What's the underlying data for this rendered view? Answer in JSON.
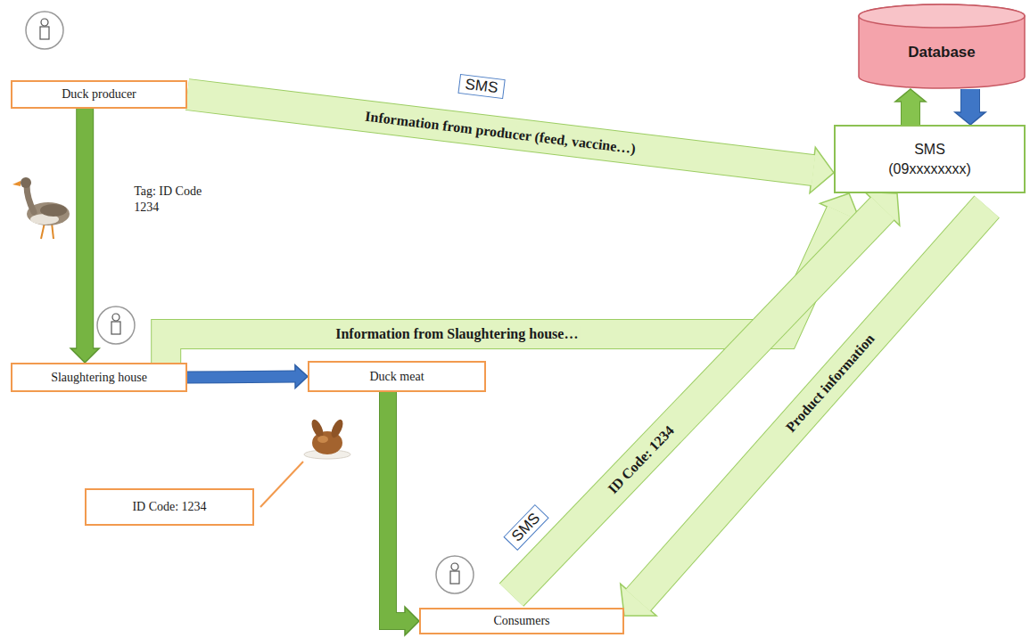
{
  "diagram": {
    "nodes": [
      {
        "text": [
          "Duck producer"
        ]
      },
      {
        "text": [
          "Database"
        ]
      },
      {
        "text": [
          "SMS (09xxxxxxxx)"
        ]
      },
      {
        "text": [
          "Slaughtering house"
        ]
      },
      {
        "text": [
          "Duck meat"
        ]
      },
      {
        "text": [
          "ID Code: 1234"
        ]
      },
      {
        "text": [
          "Consumers"
        ]
      }
    ],
    "edges": [
      {
        "from": 0,
        "to": 3,
        "arrow": "to",
        "label": "Tag: ID Code 1234"
      },
      {
        "from": 0,
        "to": 2,
        "arrow": "to",
        "label": "Information from producer (feed, vaccine…)"
      },
      {
        "from": 3,
        "to": 2,
        "arrow": "to",
        "label": "Information from Slaughtering house…"
      },
      {
        "from": 3,
        "to": 4,
        "arrow": "to"
      },
      {
        "from": 4,
        "to": 6,
        "arrow": "to"
      },
      {
        "from": 6,
        "to": 2,
        "arrow": "to",
        "label": "ID Code: 1234"
      },
      {
        "from": 2,
        "to": 6,
        "arrow": "to",
        "label": "Product information"
      },
      {
        "from": 2,
        "to": 1,
        "arrow": "to"
      },
      {
        "from": 1,
        "to": 2,
        "arrow": "to"
      }
    ],
    "labels": [
      "SMS",
      "SMS"
    ]
  }
}
